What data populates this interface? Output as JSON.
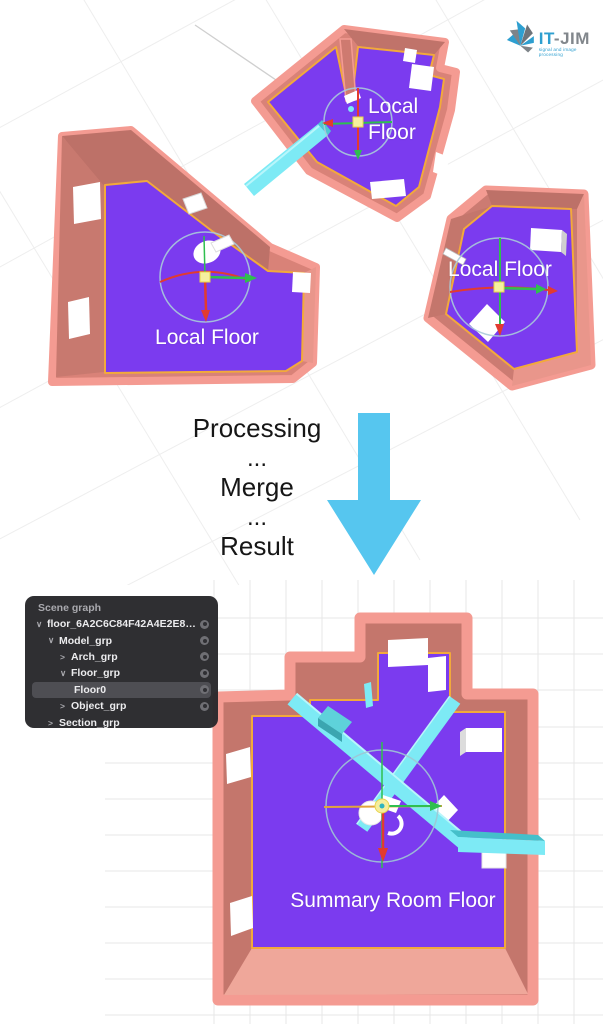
{
  "logo": {
    "brand_prefix": "IT",
    "brand_suffix": "-JIM",
    "tagline": "signal and image processing",
    "brand_blue": "#2e9fd0",
    "brand_gray": "#82878c"
  },
  "process": {
    "steps": [
      "Processing",
      "...",
      "Merge",
      "...",
      "Result"
    ]
  },
  "viewport": {
    "rooms": [
      {
        "id": "top",
        "label": "Local Floor"
      },
      {
        "id": "left",
        "label": "Local Floor"
      },
      {
        "id": "right",
        "label": "Local Floor"
      },
      {
        "id": "merged",
        "label": "Summary Room Floor"
      }
    ],
    "colors": {
      "floor_purple": "#7b3bef",
      "wall_salmon": "#f49b92",
      "wall_dark": "#c4766c",
      "floor_outline_orange": "#f2a93b",
      "beam_cyan": "#7deaf5",
      "arrow_blue": "#56c6ef",
      "gizmo_green": "#2fbf4f",
      "gizmo_red": "#e23b2f",
      "gizmo_circle": "#a9cbd9"
    }
  },
  "scene_graph": {
    "title": "Scene graph",
    "nodes": [
      {
        "label": "floor_6A2C6C84F42A4E2E8829...",
        "chevron": "∨",
        "indent": 0,
        "eye": true,
        "selected": false
      },
      {
        "label": "Model_grp",
        "chevron": "∨",
        "indent": 1,
        "eye": true,
        "selected": false
      },
      {
        "label": "Arch_grp",
        "chevron": ">",
        "indent": 2,
        "eye": true,
        "selected": false
      },
      {
        "label": "Floor_grp",
        "chevron": "∨",
        "indent": 2,
        "eye": true,
        "selected": false
      },
      {
        "label": "Floor0",
        "chevron": "",
        "indent": 3,
        "eye": true,
        "selected": true
      },
      {
        "label": "Object_grp",
        "chevron": ">",
        "indent": 2,
        "eye": true,
        "selected": false
      },
      {
        "label": "Section_grp",
        "chevron": ">",
        "indent": 1,
        "eye": false,
        "selected": false
      }
    ]
  }
}
